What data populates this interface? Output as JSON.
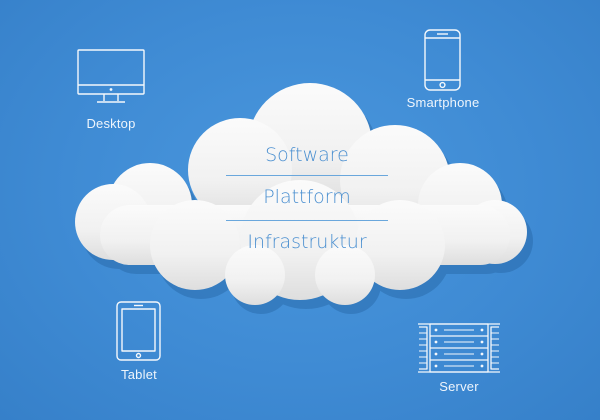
{
  "diagram": {
    "layers": [
      {
        "label": "Software"
      },
      {
        "label": "Plattform"
      },
      {
        "label": "Infrastruktur"
      }
    ],
    "devices": [
      {
        "label": "Desktop",
        "icon": "monitor-icon"
      },
      {
        "label": "Smartphone",
        "icon": "smartphone-icon"
      },
      {
        "label": "Tablet",
        "icon": "tablet-icon"
      },
      {
        "label": "Server",
        "icon": "server-rack-icon"
      }
    ],
    "colors": {
      "background": "#3f8bd4",
      "cloud": "#f4f4f4",
      "layer_text": "#4a8fd0",
      "icon_stroke": "#f4f8fc"
    }
  }
}
